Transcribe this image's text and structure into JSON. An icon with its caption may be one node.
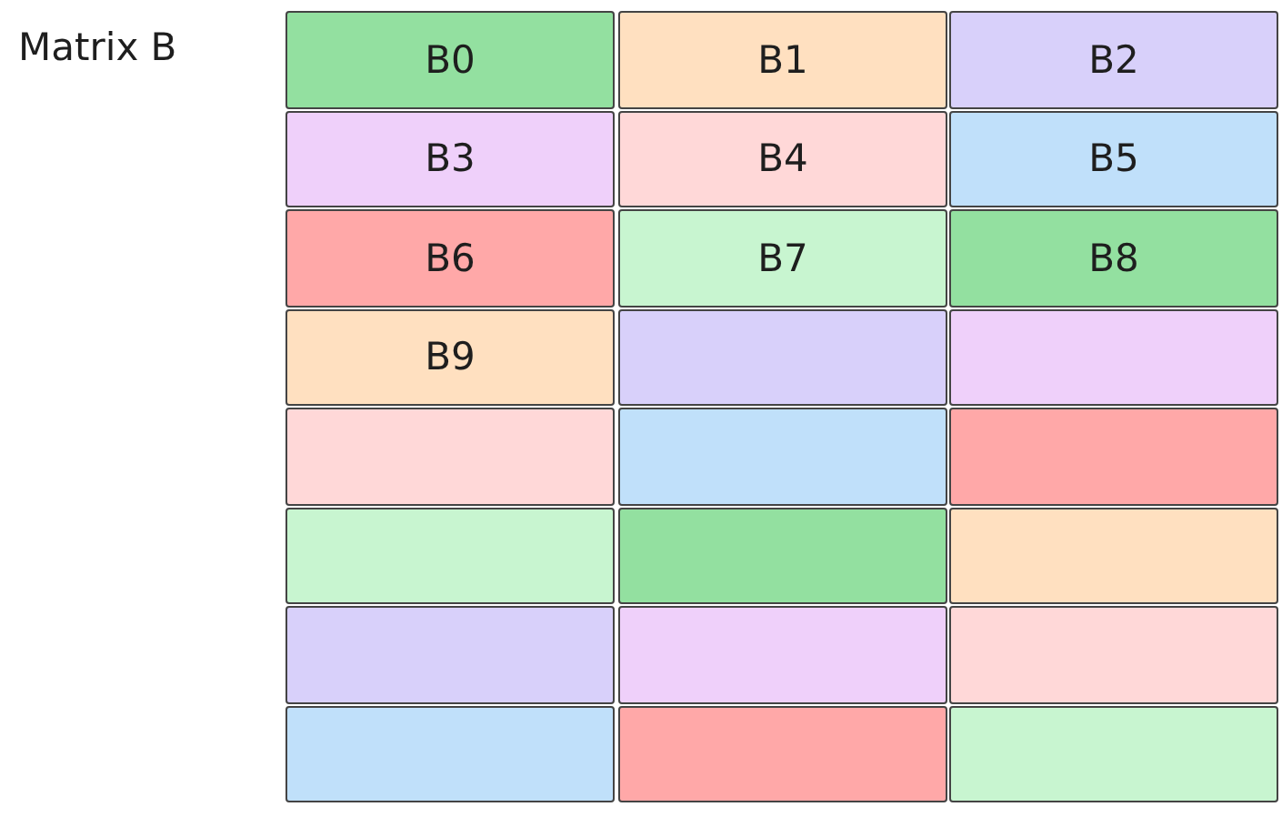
{
  "diagram": {
    "title": "Matrix B",
    "nodes": [
      {
        "text": [
          "B0"
        ]
      },
      {
        "text": [
          "B1"
        ]
      },
      {
        "text": [
          "B2"
        ]
      },
      {
        "text": [
          "B3"
        ]
      },
      {
        "text": [
          "B4"
        ]
      },
      {
        "text": [
          "B5"
        ]
      },
      {
        "text": [
          "B6"
        ]
      },
      {
        "text": [
          "B7"
        ]
      },
      {
        "text": [
          "B8"
        ]
      },
      {
        "text": [
          "B9"
        ]
      },
      {
        "text": [],
        "shape": "box"
      },
      {
        "text": [],
        "shape": "box"
      },
      {
        "text": [],
        "shape": "box"
      },
      {
        "text": [],
        "shape": "box"
      },
      {
        "text": [],
        "shape": "box"
      },
      {
        "text": [],
        "shape": "box"
      },
      {
        "text": [],
        "shape": "box"
      },
      {
        "text": [],
        "shape": "box"
      },
      {
        "text": [],
        "shape": "box"
      },
      {
        "text": [],
        "shape": "box"
      },
      {
        "text": [],
        "shape": "box"
      },
      {
        "text": [],
        "shape": "box"
      },
      {
        "text": [],
        "shape": "box"
      },
      {
        "text": [],
        "shape": "box"
      }
    ]
  }
}
